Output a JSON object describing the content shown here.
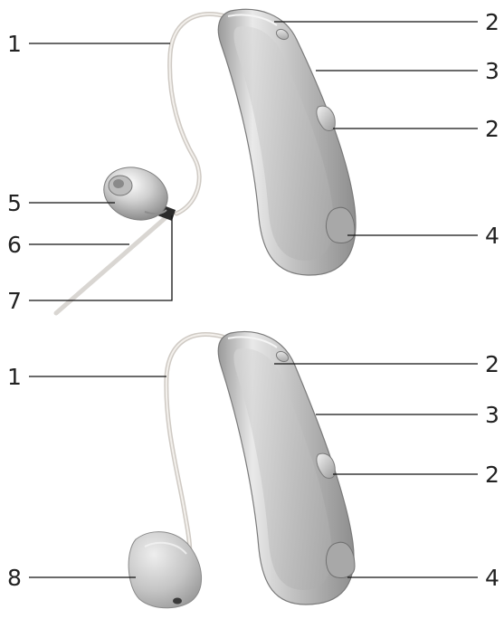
{
  "colors": {
    "shell_light": "#e6e6e6",
    "shell_mid": "#bdbdbd",
    "shell_dark": "#8a8a8a",
    "wire": "#d8d4cf",
    "earpiece": "#c9c9c9",
    "label_text": "#222222",
    "leader_line": "#111111"
  },
  "top_device": {
    "callouts": [
      {
        "id": "tube",
        "number": "1"
      },
      {
        "id": "button_top",
        "number": "2"
      },
      {
        "id": "housing",
        "number": "3"
      },
      {
        "id": "button_mid",
        "number": "2"
      },
      {
        "id": "battery_door",
        "number": "4"
      },
      {
        "id": "dome",
        "number": "5"
      },
      {
        "id": "retention_line",
        "number": "6"
      },
      {
        "id": "receiver_connector",
        "number": "7"
      }
    ]
  },
  "bottom_device": {
    "callouts": [
      {
        "id": "tube",
        "number": "1"
      },
      {
        "id": "button_top",
        "number": "2"
      },
      {
        "id": "housing",
        "number": "3"
      },
      {
        "id": "button_mid",
        "number": "2"
      },
      {
        "id": "battery_door",
        "number": "4"
      },
      {
        "id": "earmold",
        "number": "8"
      }
    ]
  }
}
